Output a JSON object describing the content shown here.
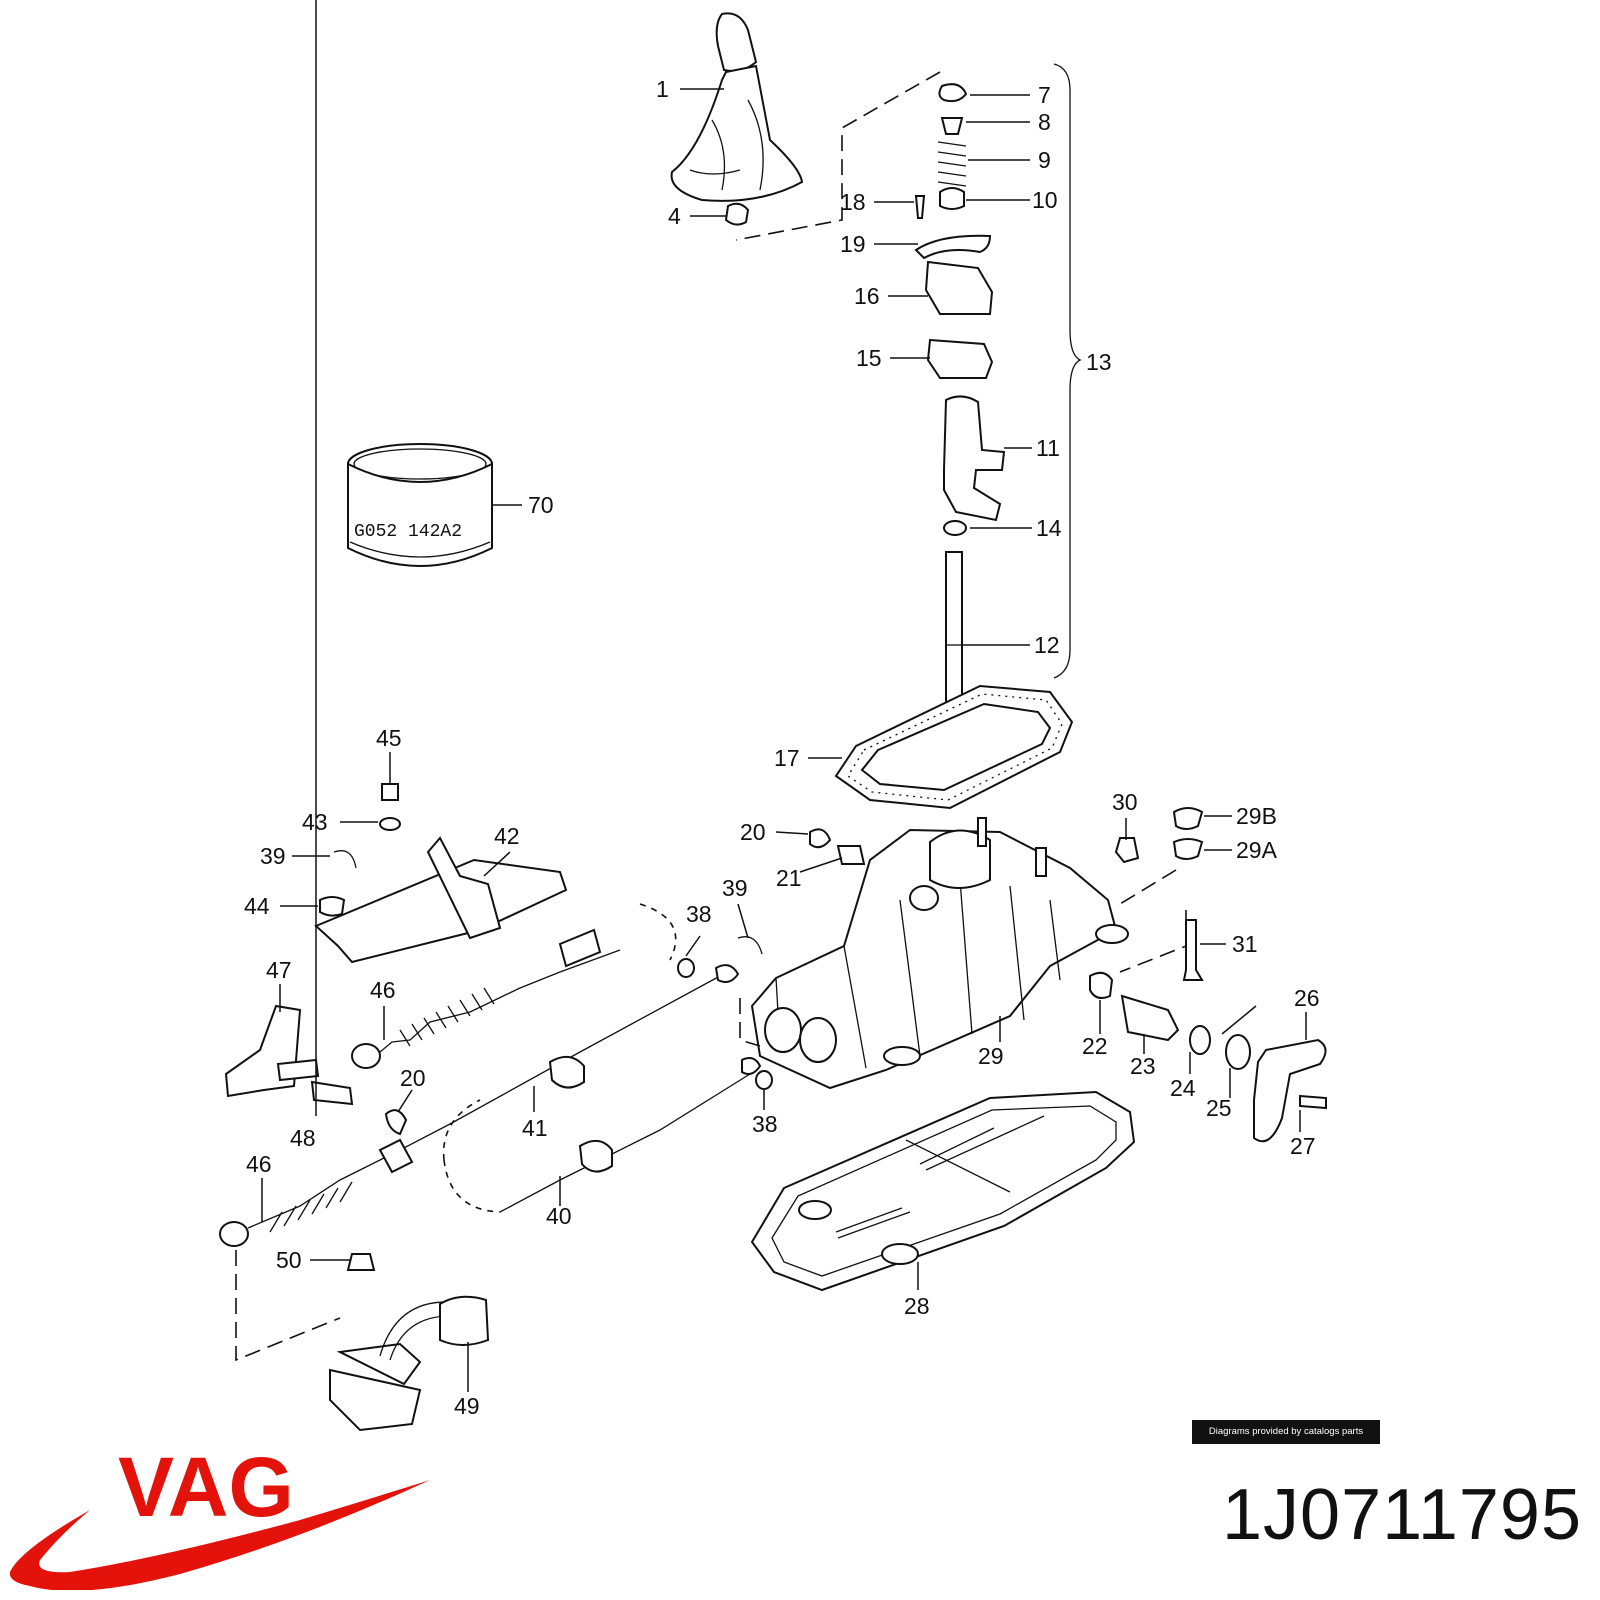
{
  "diagram": {
    "callouts": {
      "c1": "1",
      "c4": "4",
      "c7": "7",
      "c8": "8",
      "c9": "9",
      "c10": "10",
      "c18": "18",
      "c19": "19",
      "c16": "16",
      "c15": "15",
      "c13": "13",
      "c11": "11",
      "c14": "14",
      "c12": "12",
      "c70": "70",
      "c17": "17",
      "c45": "45",
      "c43": "43",
      "c42": "42",
      "c39a": "39",
      "c44": "44",
      "c20a": "20",
      "c21": "21",
      "c30": "30",
      "c29b": "29B",
      "c29a": "29A",
      "c31": "31",
      "c38a": "38",
      "c39b": "39",
      "c47": "47",
      "c46a": "46",
      "c26": "26",
      "c22": "22",
      "c29": "29",
      "c23": "23",
      "c24": "24",
      "c25": "25",
      "c27": "27",
      "c20b": "20",
      "c48": "48",
      "c41": "41",
      "c38b": "38",
      "c46b": "46",
      "c40": "40",
      "c28": "28",
      "c50": "50",
      "c49": "49"
    },
    "stamp_text": "G052 142A2"
  },
  "credit_text": "Diagrams provided by catalogs parts",
  "brand": {
    "logo_text": "VAG",
    "logo_color": "#e3120b"
  },
  "part_number": "1J0711795"
}
